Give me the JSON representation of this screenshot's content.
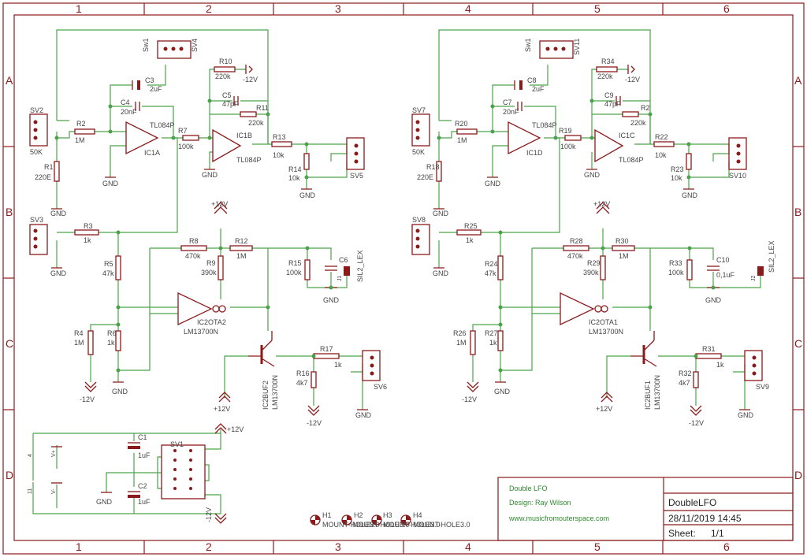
{
  "title_block": {
    "project": "Double LFO",
    "design": "Design: Ray Wilson",
    "url": "www.musicfromouterspace.com",
    "name": "DoubleLFO",
    "date": "28/11/2019 14:45",
    "sheet_label": "Sheet:",
    "sheet_value": "1/1"
  },
  "frame": {
    "cols": [
      "1",
      "2",
      "3",
      "4",
      "5",
      "6"
    ],
    "rows": [
      "A",
      "B",
      "C",
      "D"
    ]
  },
  "colors": {
    "symbol": "#8b1a1a",
    "wire": "#4aa34a",
    "text": "#444444"
  },
  "mount_holes": [
    "H1",
    "H2",
    "H3",
    "H4"
  ],
  "mount_text": "MOUNT-HOLE3.0",
  "left": {
    "sv_in": "SV2",
    "sv_in_val": "50K",
    "r_in": "R1",
    "r_in_val": "220E",
    "gnd1": "GND",
    "r2": "R2",
    "r2_val": "1M",
    "sw": "Sw1",
    "sv_sw": "SV4",
    "c3": "C3",
    "c3_val": "2uF",
    "c4": "C4",
    "c4_val": "20nF",
    "ic_a_part": "TL084P",
    "ic_a": "IC1A",
    "gnd2": "GND",
    "r7": "R7",
    "r7_val": "100k",
    "r10": "R10",
    "r10_val": "220k",
    "neg12": "-12V",
    "c5": "C5",
    "c5_val": "47pF",
    "r11": "R11",
    "r11_val": "220k",
    "ic_b": "IC1B",
    "ic_b_part": "TL084P",
    "gnd3": "GND",
    "r13": "R13",
    "r13_val": "10k",
    "r14": "R14",
    "r14_val": "10k",
    "sv_out": "SV5",
    "gnd4": "GND",
    "sv3": "SV3",
    "gnd5": "GND",
    "r3": "R3",
    "r3_val": "1k",
    "r5": "R5",
    "r5_val": "47k",
    "r4": "R4",
    "r4_val": "1M",
    "r6": "R6",
    "r6_val": "1k",
    "gnd6": "GND",
    "neg12b": "-12V",
    "pos12": "+12V",
    "r8": "R8",
    "r8_val": "470k",
    "r9": "R9",
    "r9_val": "390k",
    "r12": "R12",
    "r12_val": "1M",
    "r15": "R15",
    "r15_val": "100k",
    "c6": "C6",
    "j": "J1",
    "sil": "SIL2_LEX",
    "gnd7": "GND",
    "ota": "IC2OTA2",
    "ota_part": "LM13700N",
    "buf": "IC2BUF2",
    "buf_part": "LM13700N",
    "r17": "R17",
    "r17_val": "1k",
    "r16": "R16",
    "r16_val": "4k7",
    "neg12c": "-12V",
    "sv6": "SV6",
    "gnd8": "GND",
    "pos12b": "+12V"
  },
  "right": {
    "sv_in": "SV7",
    "sv_in_val": "50K",
    "r_in": "R18",
    "r_in_val": "220E",
    "gnd1": "GND",
    "r2": "R20",
    "r2_val": "1M",
    "sw": "Sw1",
    "sv_sw": "SV11",
    "c3": "C8",
    "c3_val": "2uF",
    "c4": "C7",
    "c4_val": "20nF",
    "ic_a_part": "TL084P",
    "ic_a": "IC1D",
    "gnd2": "GND",
    "r7": "R19",
    "r7_val": "100k",
    "r10": "R34",
    "r10_val": "220k",
    "neg12": "-12V",
    "c5": "C9",
    "c5_val": "47pF",
    "r11": "R2",
    "r11_val": "220k",
    "ic_b": "IC1C",
    "ic_b_part": "TL084P",
    "gnd3": "GND",
    "r13": "R22",
    "r13_val": "10k",
    "r14": "R23",
    "r14_val": "10k",
    "sv_out": "SV10",
    "gnd4": "GND",
    "sv3": "SV8",
    "gnd5": "GND",
    "r3": "R25",
    "r3_val": "1k",
    "r5": "R24",
    "r5_val": "47k",
    "r4": "R26",
    "r4_val": "1M",
    "r6": "R27",
    "r6_val": "1k",
    "gnd6": "GND",
    "neg12b": "-12V",
    "pos12": "+12V",
    "r8": "R28",
    "r8_val": "470k",
    "r9": "R29",
    "r9_val": "390k",
    "r12": "R30",
    "r12_val": "1M",
    "r15": "R33",
    "r15_val": "100k",
    "c6": "C10",
    "c6_val": "0,1uF",
    "j": "J2",
    "sil": "SIL2_LEX",
    "gnd7": "GND",
    "ota": "IC2OTA1",
    "ota_part": "LM13700N",
    "buf": "IC2BUF1",
    "buf_part": "LM13700N",
    "r17": "R31",
    "r17_val": "1k",
    "r16": "R32",
    "r16_val": "4k7",
    "neg12c": "-12V",
    "sv6": "SV9",
    "gnd8": "GND",
    "pos12b": "+12V"
  },
  "power": {
    "c1": "C1",
    "c1_val": "1uF",
    "c2": "C2",
    "c2_val": "1uF",
    "sv": "SV1",
    "gnd": "GND",
    "pos12": "+12V",
    "neg12": "-12V",
    "pin4": "4",
    "pin11": "11",
    "vplus": "V+",
    "vminus": "V-"
  }
}
